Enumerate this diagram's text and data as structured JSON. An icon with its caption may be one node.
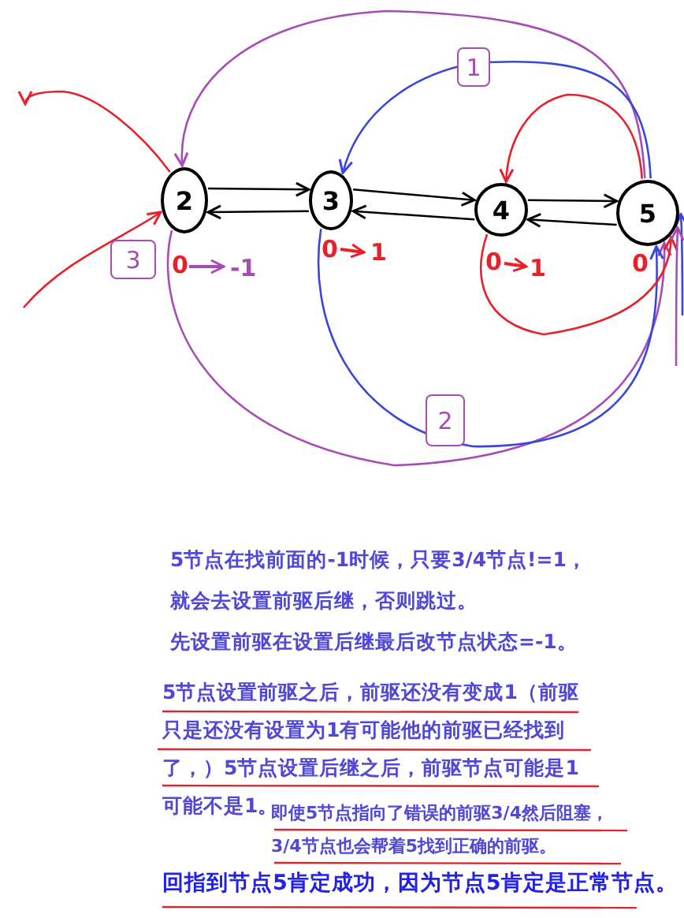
{
  "diagram": {
    "nodes": [
      {
        "text": [
          "2"
        ],
        "beside": [
          "0",
          "-1"
        ]
      },
      {
        "text": [
          "3"
        ],
        "beside": [
          "0",
          "1"
        ]
      },
      {
        "text": [
          "4"
        ],
        "beside": [
          "0",
          "1"
        ]
      },
      {
        "text": [
          "5"
        ],
        "beside": [
          "0"
        ]
      }
    ],
    "edges": [
      {
        "from": 0,
        "to": 1,
        "arrow": "to"
      },
      {
        "from": 1,
        "to": 0,
        "arrow": "to"
      },
      {
        "from": 1,
        "to": 2,
        "arrow": "to"
      },
      {
        "from": 2,
        "to": 1,
        "arrow": "to"
      },
      {
        "from": 2,
        "to": 3,
        "arrow": "to"
      },
      {
        "from": 3,
        "to": 2,
        "arrow": "to"
      },
      {
        "from": 3,
        "to": 0,
        "arrow": "to",
        "color": "#a64cb4"
      },
      {
        "from": 3,
        "to": 1,
        "arrow": "to",
        "color": "#3a46d8"
      },
      {
        "from": 3,
        "to": 2,
        "arrow": "to",
        "color": "#e8202a"
      },
      {
        "from": 0,
        "to": 3,
        "arrow": "to",
        "color": "#a64cb4"
      },
      {
        "from": 1,
        "to": 3,
        "arrow": "to",
        "color": "#3a46d8"
      },
      {
        "from": 2,
        "to": 3,
        "arrow": "to",
        "color": "#e8202a"
      },
      {
        "from": 0,
        "to": null,
        "arrow": "to",
        "color": "#e8202a"
      },
      {
        "from": null,
        "to": 0,
        "arrow": "to",
        "color": "#e8202a"
      },
      {
        "from": null,
        "to": 3,
        "arrow": "to",
        "color": "#3a46d8"
      },
      {
        "from": null,
        "to": 3,
        "arrow": "to",
        "color": "#a64cb4"
      }
    ],
    "labels": [
      "1",
      "3",
      "2",
      "5节点在找前面的-1时候，只要3/4节点!=1，",
      "就会去设置前驱后继，否则跳过。",
      "先设置前驱在设置后继最后改节点状态=-1。",
      "5节点设置前驱之后，前驱还没有变成1（前驱只是还没有设置为1有可能他的前驱已经找到了，）5节点设置后继之后，前驱节点可能是1可能不是1。",
      "即使5节点指向了错误的前驱3/4然后阻塞，3/4节点也会帮着5找到正确的前驱。",
      "回指到节点5肯定成功，因为节点5肯定是正常节点。"
    ]
  }
}
